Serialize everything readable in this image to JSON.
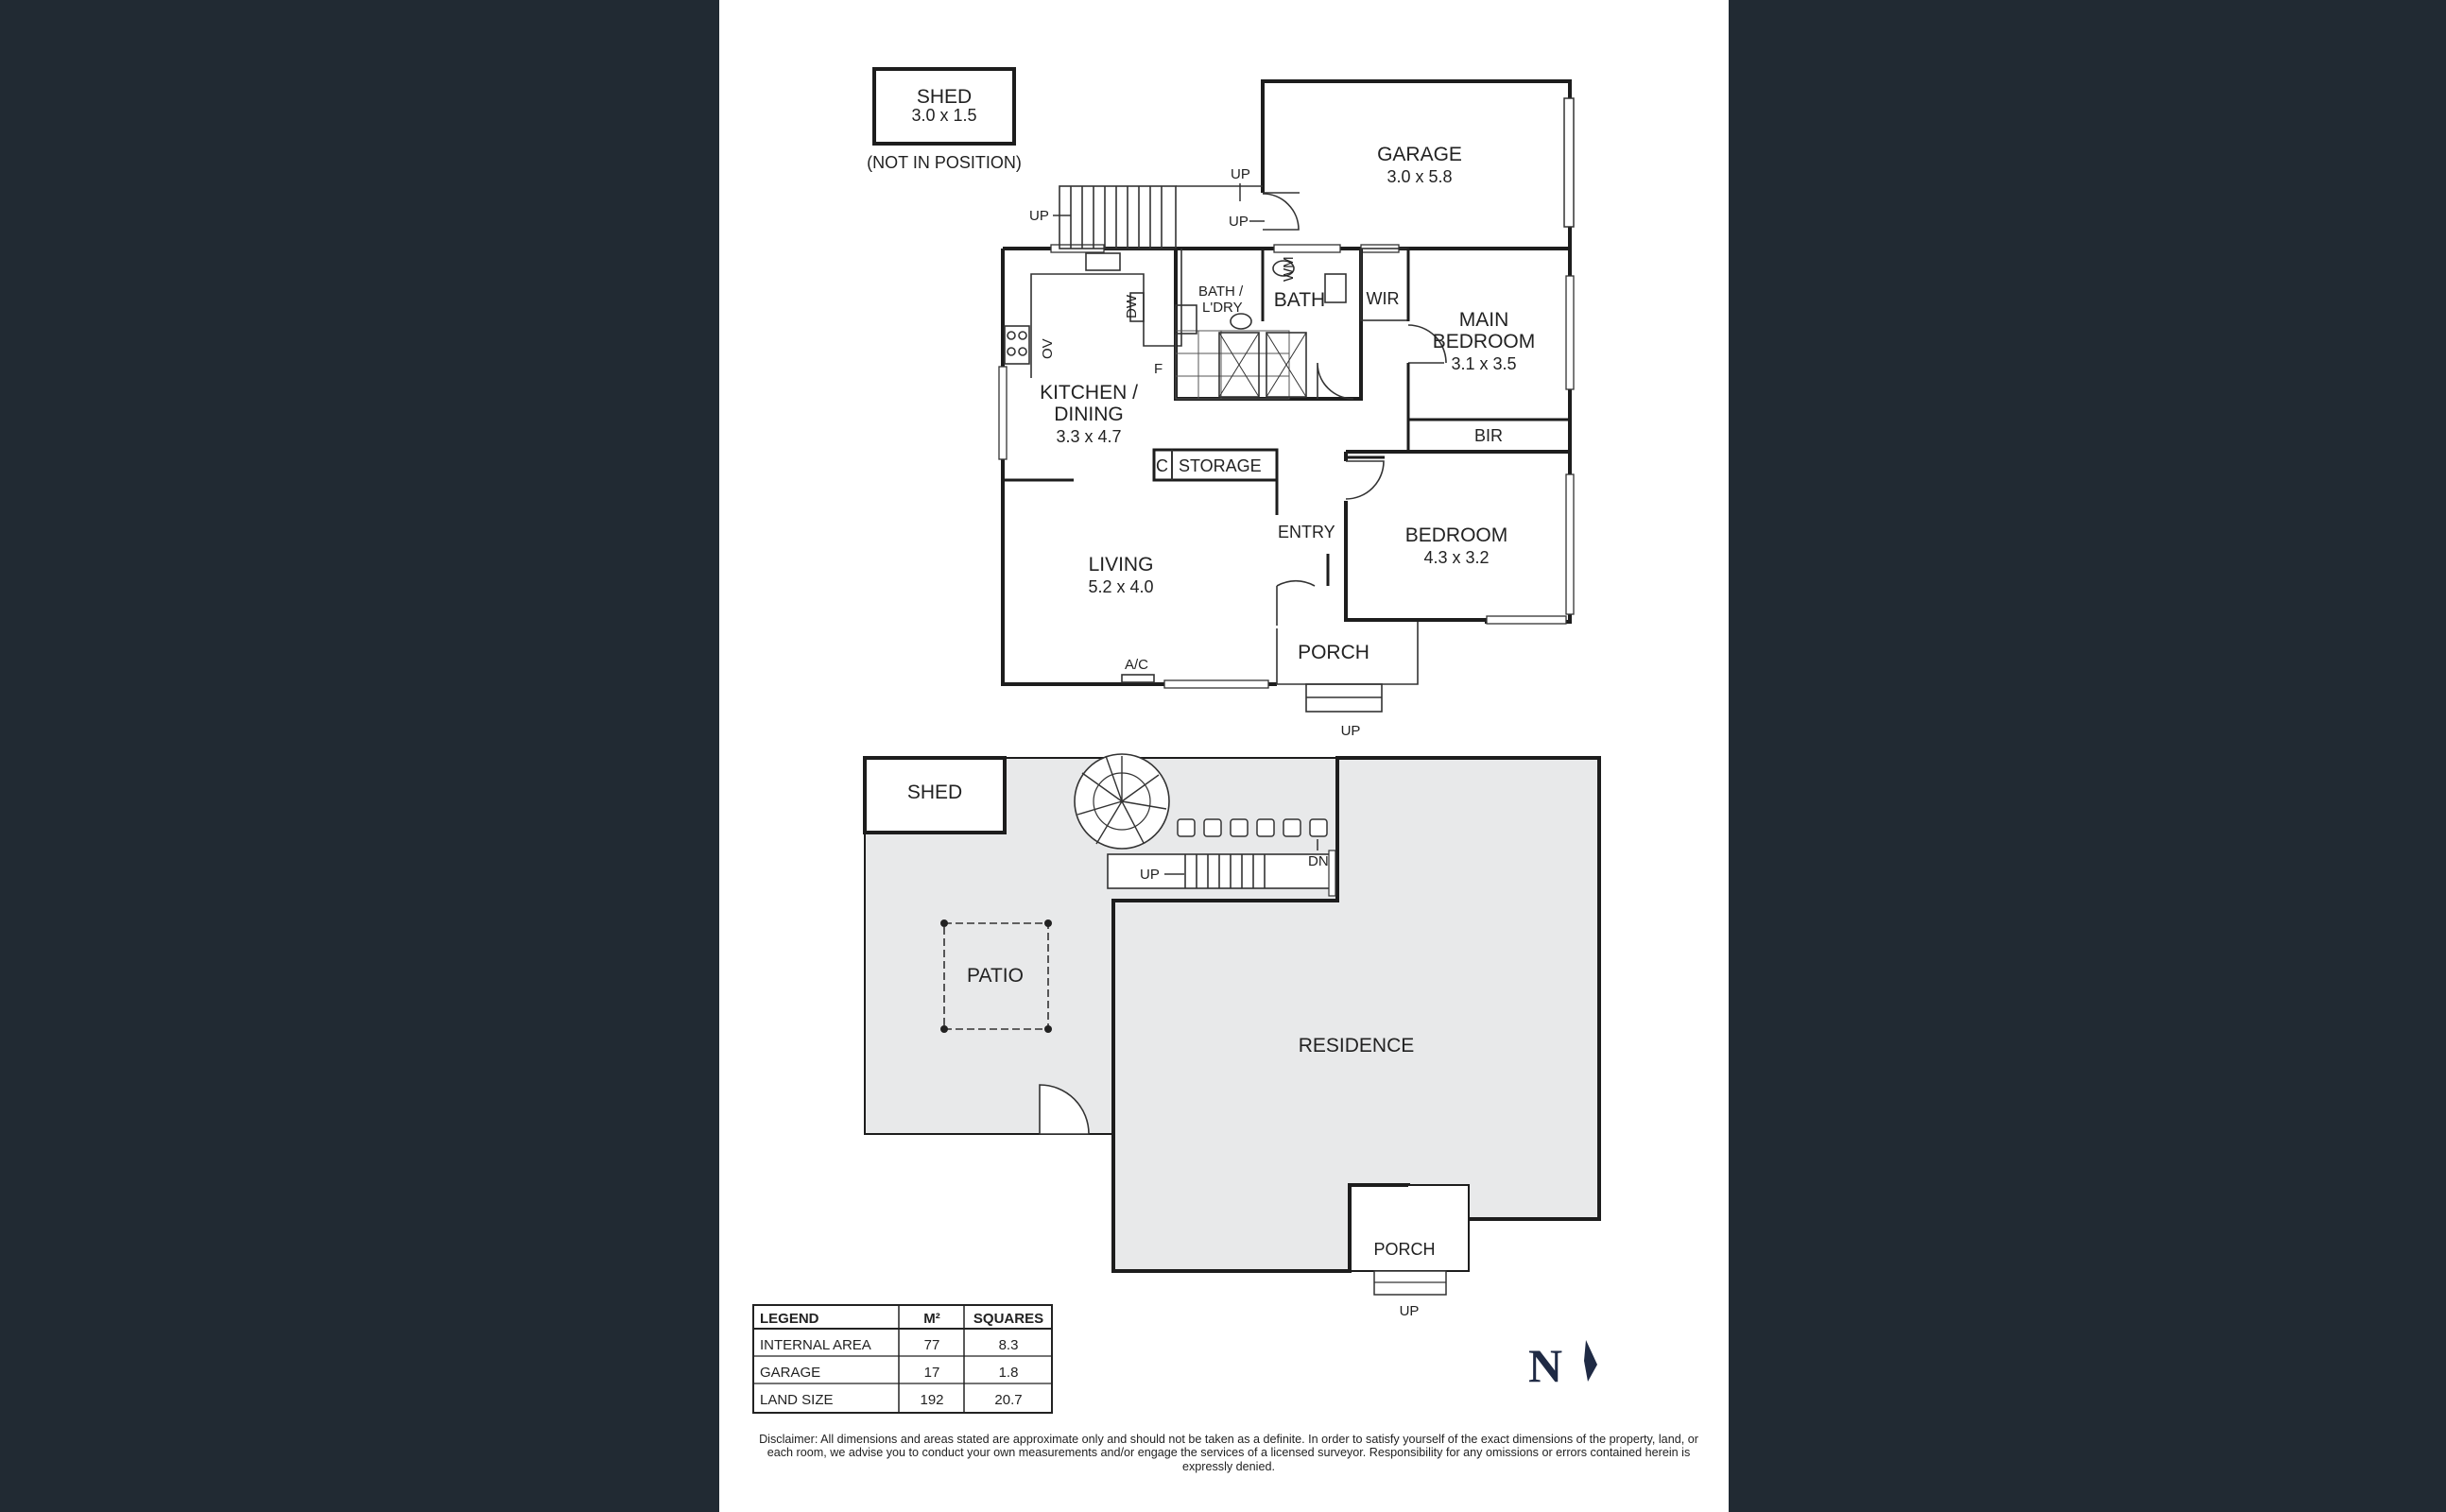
{
  "floorplan": {
    "upper": {
      "shed": {
        "label": "SHED",
        "size": "3.0 x 1.5",
        "note": "(NOT IN POSITION)"
      },
      "garage": {
        "label": "GARAGE",
        "size": "3.0 x 5.8"
      },
      "bath": {
        "label": "BATH"
      },
      "bath_ldry": {
        "line1": "BATH /",
        "line2": "L'DRY"
      },
      "wm": "WM",
      "wir": "WIR",
      "main_bedroom": {
        "line1": "MAIN",
        "line2": "BEDROOM",
        "size": "3.1 x 3.5"
      },
      "dw": "DW",
      "ov": "OV",
      "f": "F",
      "kitchen": {
        "line1": "KITCHEN /",
        "line2": "DINING",
        "size": "3.3 x 4.7"
      },
      "bir": "BIR",
      "c": "C",
      "storage": "STORAGE",
      "entry": "ENTRY",
      "bedroom": {
        "label": "BEDROOM",
        "size": "4.3 x 3.2"
      },
      "living": {
        "label": "LIVING",
        "size": "5.2 x 4.0"
      },
      "ac": "A/C",
      "porch": "PORCH",
      "up": "UP"
    },
    "site": {
      "shed": "SHED",
      "patio": "PATIO",
      "residence": "RESIDENCE",
      "porch": "PORCH",
      "up": "UP",
      "dn": "DN"
    },
    "north": "N"
  },
  "legend": {
    "headers": [
      "LEGEND",
      "M²",
      "SQUARES"
    ],
    "rows": [
      {
        "name": "INTERNAL AREA",
        "m2": "77",
        "squares": "8.3"
      },
      {
        "name": "GARAGE",
        "m2": "17",
        "squares": "1.8"
      },
      {
        "name": "LAND SIZE",
        "m2": "192",
        "squares": "20.7"
      }
    ]
  },
  "disclaimer": "Disclaimer: All dimensions and areas stated are approximate only and should not be taken as a definite. In order to satisfy yourself of the exact dimensions of the property, land, or each room, we advise you to conduct your own measurements and/or engage the services of a licensed surveyor. Responsibility for any omissions or errors contained herein is expressly denied.",
  "colors": {
    "background": "#212a33",
    "sheet": "#ffffff",
    "shaded_area": "#e8e9ea"
  }
}
